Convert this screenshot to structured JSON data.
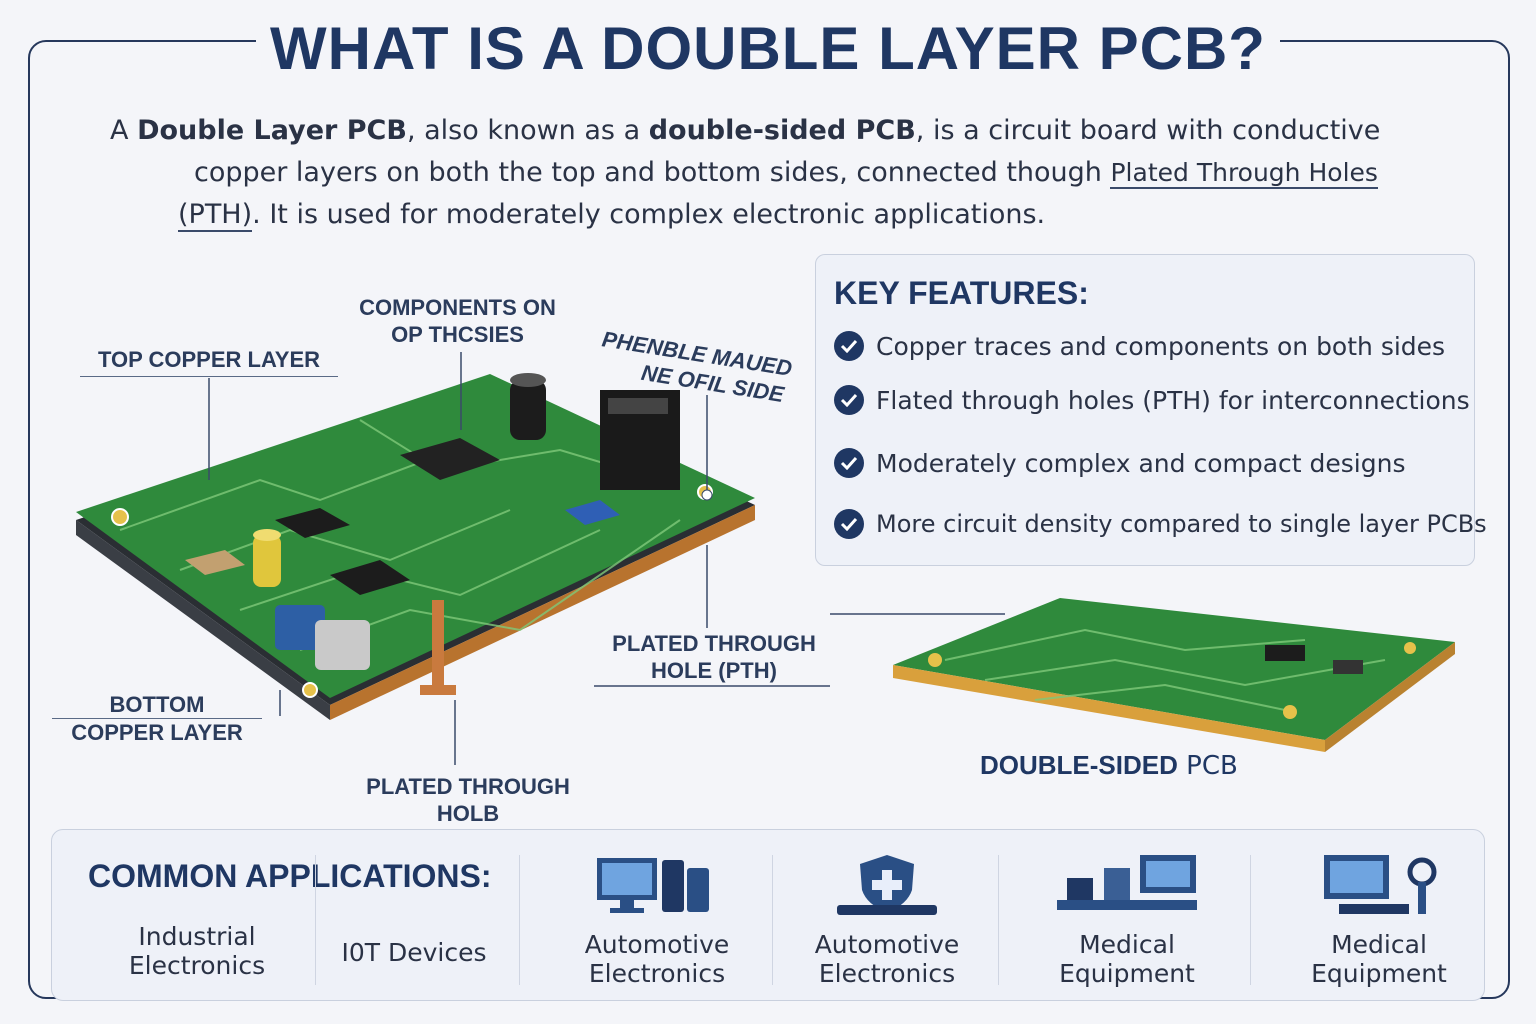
{
  "title": "WHAT IS A DOUBLE LAYER PCB?",
  "intro": {
    "p1": "A ",
    "b1": "Double Layer PCB",
    "p2": ", also known as a ",
    "b2": "double-sided PCB",
    "p3": ", is a circuit board with conductive",
    "line2": "copper layers on both the top and bottom sides, connected though ",
    "pth_link": "Plated Through Holes",
    "line3a": "(PTH)",
    "line3b": ". It is used for moderately complex electronic applications."
  },
  "labels": {
    "top_copper": "TOP COPPER LAYER",
    "components_1": "COMPONENTS ON",
    "components_2": "OP THCSIES",
    "other_side_1": "PHENBLE MAUED",
    "other_side_2": "NE OFIL SIDE",
    "pth_1": "PLATED THROUGH",
    "pth_2": "HOLE (PTH)",
    "bottom_1": "BOTTOM",
    "bottom_2": "COPPER LAYER",
    "pth_b1": "PLATED THROUGH",
    "pth_b2": "HOLB",
    "double_sided_bold": "DOUBLE-SIDED",
    "double_sided_rest": " PCB"
  },
  "key_features": {
    "heading": "KEY FEATURES:",
    "items": [
      "Copper traces and components on both sides",
      "Flated through holes (PTH) for interconnections",
      "Moderately complex and compact designs",
      "More circuit density compared to single layer PCBs"
    ]
  },
  "applications": {
    "heading": "COMMON APPLICATIONS:",
    "items": [
      {
        "line1": "Industrial",
        "line2": "Electronics",
        "icon": "none"
      },
      {
        "line1": "I0T Devices",
        "line2": "",
        "icon": "none"
      },
      {
        "line1": "Automotive",
        "line2": "Electronics",
        "icon": "computer-phones-icon"
      },
      {
        "line1": "Automotive",
        "line2": "Electronics",
        "icon": "shield-plus-icon"
      },
      {
        "line1": "Medical",
        "line2": "Equipment",
        "icon": "lab-equipment-icon"
      },
      {
        "line1": "Medical",
        "line2": "Equipment",
        "icon": "monitor-stethoscope-icon"
      }
    ]
  },
  "colors": {
    "navy": "#1f3763",
    "pcb_green": "#2e8a3c",
    "copper": "#c98a3e",
    "panel": "#eef1f8"
  }
}
